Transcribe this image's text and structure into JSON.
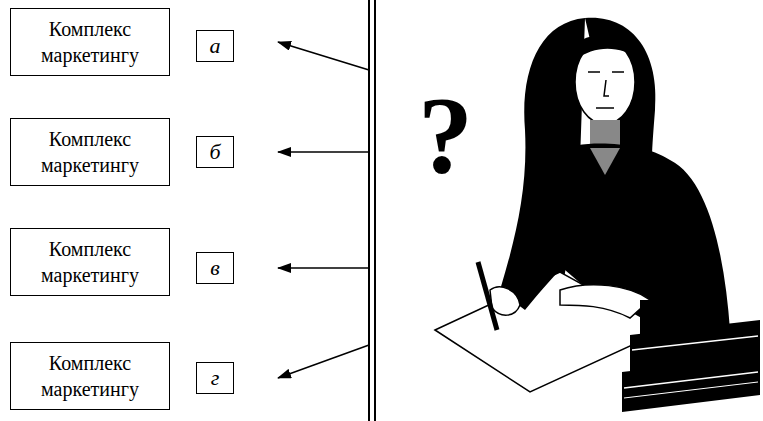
{
  "diagram": {
    "nodes": [
      {
        "text": [
          "Комплекс маркетингу"
        ]
      },
      {
        "text": [
          "а"
        ]
      },
      {
        "text": [
          "Комплекс маркетингу"
        ]
      },
      {
        "text": [
          "б"
        ]
      },
      {
        "text": [
          "Комплекс маркетингу"
        ]
      },
      {
        "text": [
          "в"
        ]
      },
      {
        "text": [
          "Комплекс маркетингу"
        ]
      },
      {
        "text": [
          "г"
        ]
      }
    ],
    "labels": [
      "?"
    ]
  }
}
